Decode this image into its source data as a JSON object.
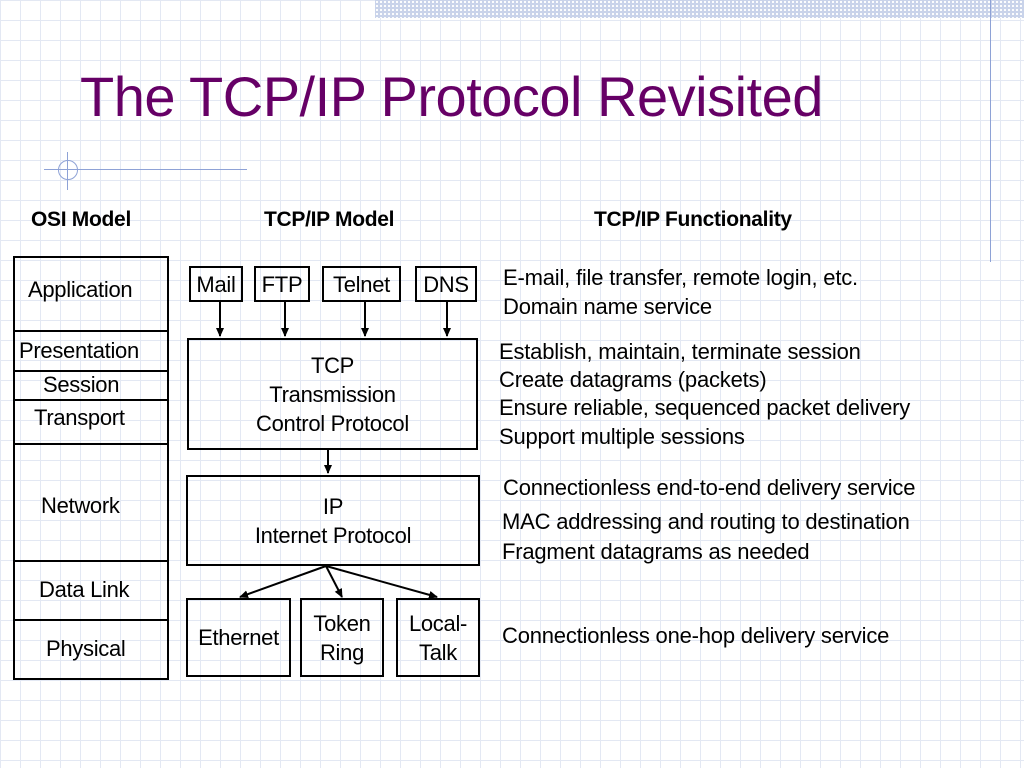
{
  "slide": {
    "title": "The TCP/IP Protocol Revisited",
    "colors": {
      "title": "#660066",
      "grid": "#e3e8f3",
      "accent": "#8ea2d6"
    }
  },
  "headers": {
    "osi": "OSI Model",
    "tcpip": "TCP/IP Model",
    "functionality": "TCP/IP Functionality"
  },
  "osi_layers": [
    "Application",
    "Presentation",
    "Session",
    "Transport",
    "Network",
    "Data Link",
    "Physical"
  ],
  "tcpip_model": {
    "apps": [
      "Mail",
      "FTP",
      "Telnet",
      "DNS"
    ],
    "tcp": {
      "line1": "TCP",
      "line2": "Transmission",
      "line3": "Control Protocol"
    },
    "ip": {
      "line1": "IP",
      "line2": "Internet Protocol"
    },
    "link": {
      "ethernet": "Ethernet",
      "token_ring": {
        "line1": "Token",
        "line2": "Ring"
      },
      "localtalk": {
        "line1": "Local-",
        "line2": "Talk"
      }
    }
  },
  "functionality": {
    "application": [
      "E-mail, file transfer, remote login, etc.",
      "Domain name service"
    ],
    "transport": [
      "Establish, maintain,  terminate session",
      "Create datagrams (packets)",
      "Ensure reliable, sequenced packet delivery",
      "Support multiple sessions"
    ],
    "network": [
      "Connectionless end-to-end delivery service",
      "MAC addressing and routing to destination",
      "Fragment datagrams as needed"
    ],
    "link": [
      "Connectionless one-hop delivery service"
    ]
  }
}
